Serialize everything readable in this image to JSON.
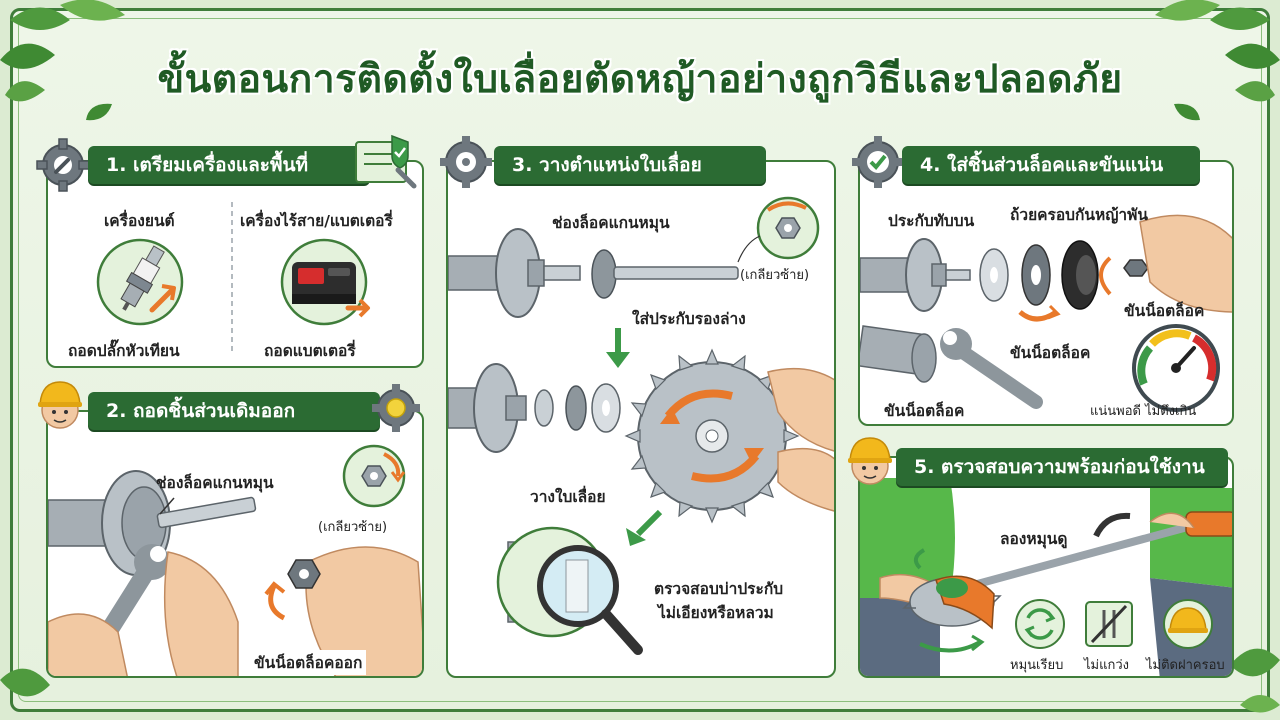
{
  "title": "ขั้นตอนการติดตั้งใบเลื่อยตัดหญ้าอย่างถูกวิธีและปลอดภัย",
  "step1": {
    "heading": "1. เตรียมเครื่องและพื้นที่",
    "engine_label": "เครื่องยนต์",
    "engine_action": "ถอดปลั๊กหัวเทียน",
    "cordless_label": "เครื่องไร้สาย/แบตเตอรี่",
    "cordless_action": "ถอดแบตเตอรี่"
  },
  "step2": {
    "heading": "2. ถอดชิ้นส่วนเดิมออก",
    "spindle_lock": "ช่องล็อคแกนหมุน",
    "thread_note": "(เกลียวซ้าย)",
    "remove_nut": "ขันน็อตล็อคออก"
  },
  "step3": {
    "heading": "3. วางตำแหน่งใบเลื่อย",
    "spindle_lock": "ช่องล็อคแกนหมุน",
    "thread_note": "(เกลียวซ้าย)",
    "lower_washer": "ใส่ประกับรองล่าง",
    "place_blade": "วางใบเลื่อย",
    "check_line1": "ตรวจสอบบ่าประกับ",
    "check_line2": "ไม่เอียงหรือหลวม"
  },
  "step4": {
    "heading": "4. ใส่ชิ้นส่วนล็อคและขันแน่น",
    "upper_washer": "ประกับทับบน",
    "guard_cup": "ถ้วยครอบกันหญ้าพัน",
    "lock_nut_right": "ขันน็อตล็อค",
    "lock_nut_mid": "ขันน็อตล็อค",
    "lock_nut_bottom": "ขันน็อตล็อค",
    "torque_note": "แน่นพอดี ไม่ตึงเกิน"
  },
  "step5": {
    "heading": "5. ตรวจสอบความพร้อมก่อนใช้งาน",
    "try_spin": "ลองหมุนดู",
    "check1": "หมุนเรียบ",
    "check2": "ไม่แกว่ง",
    "check3": "ไม่ติดฝาครอบ"
  },
  "colors": {
    "dark_green": "#2b6b33",
    "accent_orange": "#e8792b",
    "metal_gray": "#9aa3aa"
  }
}
